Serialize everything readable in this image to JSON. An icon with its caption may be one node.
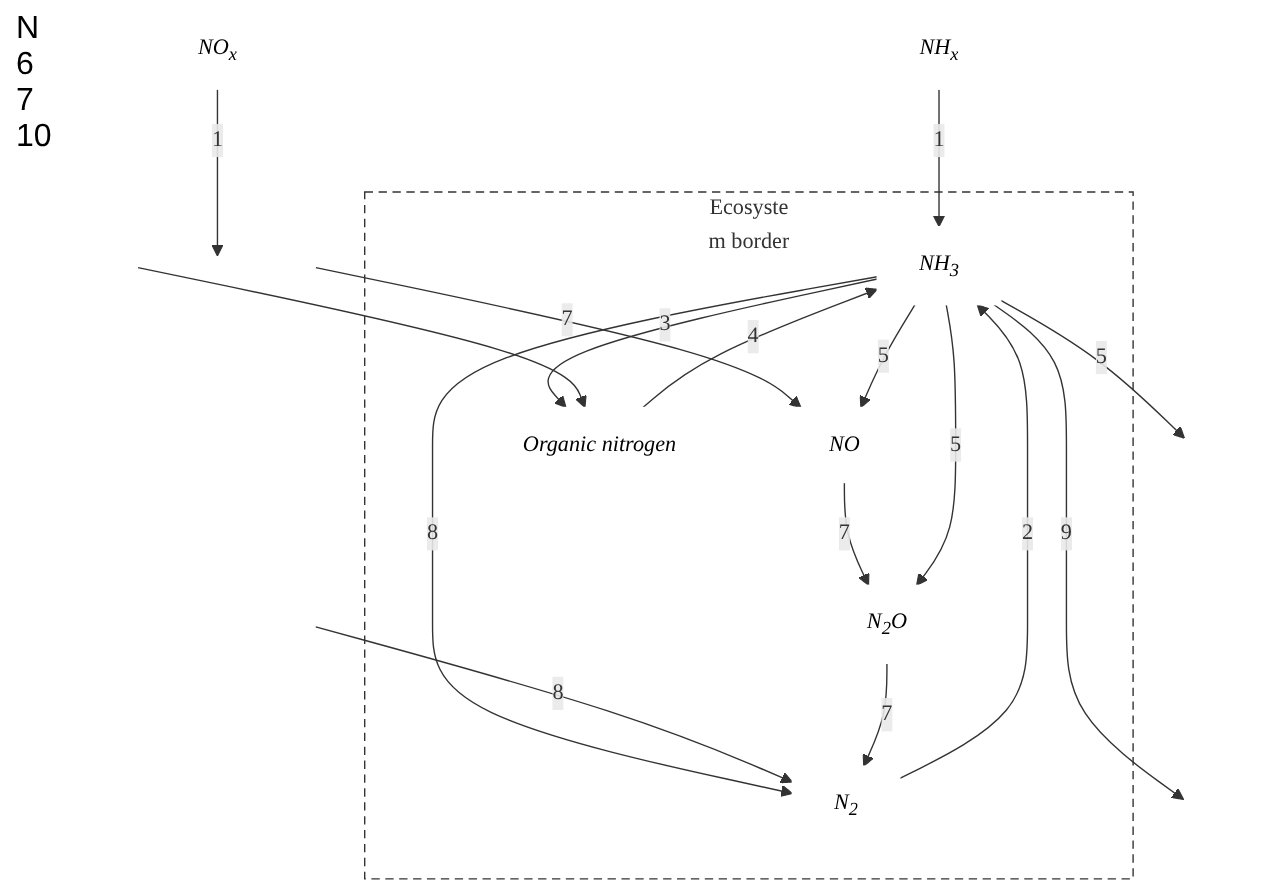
{
  "diagram": {
    "nodes": [
      {
        "text": [
          "NH$_{x}$"
        ]
      },
      {
        "text": [
          "NO$_{x}$"
        ]
      },
      {
        "text": [
          "Ecosyste",
          "m border"
        ]
      },
      {
        "text": [
          "N$_{2}$"
        ],
        "in": 2
      },
      {
        "text": [
          "N$_{2}$O"
        ],
        "in": 2
      },
      {
        "text": [
          "NO"
        ],
        "in": 2
      },
      {
        "text": [
          "NH$_{3}$"
        ],
        "in": 2
      },
      {
        "text": [
          "Organic nitrogen"
        ],
        "in": 2
      }
    ],
    "edges": [
      {
        "from": 0,
        "to": 6,
        "arrow": "to",
        "label": "1"
      },
      {
        "from": 1,
        "to": null,
        "arrow": "to",
        "label": "1"
      },
      {
        "from": 3,
        "to": 6,
        "arrow": "to",
        "label": "2"
      },
      {
        "from": 6,
        "to": 3,
        "arrow": "to",
        "label": "8"
      },
      {
        "from": null,
        "to": 3,
        "arrow": "to",
        "label": "8"
      },
      {
        "from": 4,
        "to": 3,
        "arrow": "to",
        "label": "7"
      },
      {
        "from": 5,
        "to": 4,
        "arrow": "to",
        "label": "7"
      },
      {
        "from": null,
        "to": 5,
        "arrow": "to",
        "label": "7"
      },
      {
        "from": 6,
        "to": 4,
        "arrow": "to",
        "label": "5"
      },
      {
        "from": 6,
        "to": 5,
        "arrow": "to",
        "label": "5"
      },
      {
        "from": 6,
        "to": null,
        "arrow": "to",
        "label": "5"
      },
      {
        "from": 7,
        "to": 6,
        "arrow": "to",
        "label": "4"
      },
      {
        "from": 6,
        "to": 7,
        "arrow": "to",
        "label": "3"
      },
      {
        "from": null,
        "to": 7,
        "arrow": "to"
      },
      {
        "from": 6,
        "to": null,
        "arrow": "to",
        "label": "9"
      }
    ],
    "labels": [
      "N",
      "6",
      "7",
      "10"
    ]
  }
}
